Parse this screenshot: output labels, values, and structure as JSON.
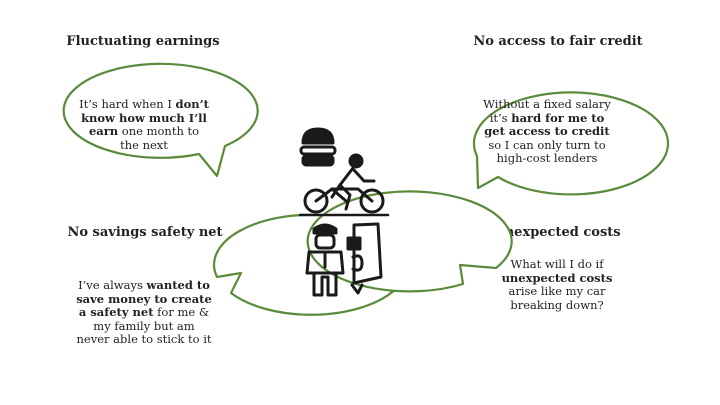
{
  "quadrants": [
    {
      "heading": "Fluctuating earnings",
      "parts": [
        {
          "t": "It’s hard when I ",
          "b": false
        },
        {
          "t": "don’t know how much I’ll earn",
          "b": true
        },
        {
          "t": " one month to the next",
          "b": false
        }
      ]
    },
    {
      "heading": "No access to fair credit",
      "parts": [
        {
          "t": "Without a fixed salary it’s ",
          "b": false
        },
        {
          "t": "hard for me to get access to credit",
          "b": true
        },
        {
          "t": " so I can only turn to high-cost lenders",
          "b": false
        }
      ]
    },
    {
      "heading": "No savings safety net",
      "parts": [
        {
          "t": "I’ve always ",
          "b": false
        },
        {
          "t": "wanted to save money to create a safety net",
          "b": true
        },
        {
          "t": " for me & my family but am never able to stick to it",
          "b": false
        }
      ]
    },
    {
      "heading": "Unexpected costs",
      "parts": [
        {
          "t": "What will I do if ",
          "b": false
        },
        {
          "t": "unexpected costs",
          "b": true
        },
        {
          "t": " arise like my car breaking down?",
          "b": false
        }
      ]
    }
  ],
  "colors": {
    "bubble_outline": "#5a8a3a",
    "icon": "#1a1a1a"
  },
  "icons": [
    "delivery-cyclist-icon",
    "chauffeur-with-car-icon"
  ]
}
